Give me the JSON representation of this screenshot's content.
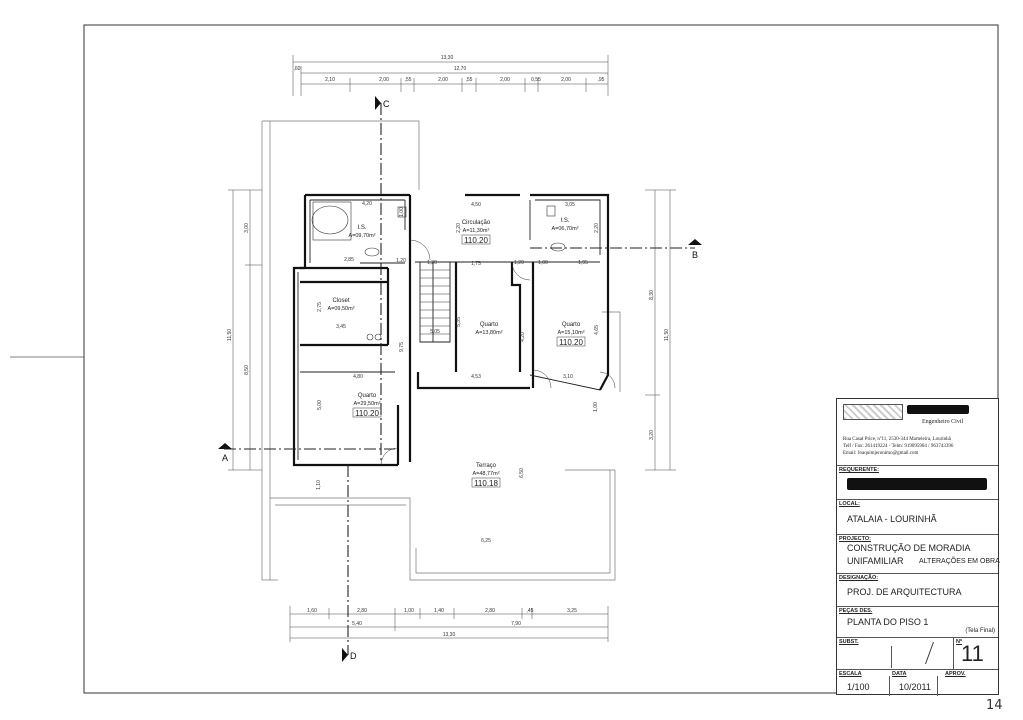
{
  "plan": {
    "dims_top": {
      "overall": "13,30",
      "inner": "12,70",
      "offset": ",60",
      "segments": [
        "2,10",
        "2,00",
        ",55",
        "2,00",
        ",55",
        "2,00",
        "0,55",
        "2,00",
        ",95"
      ]
    },
    "dims_bottom": {
      "segments": [
        "1,60",
        "2,80",
        "1,00",
        "1,40",
        "2,80",
        ",45",
        "3,25"
      ],
      "mid": [
        "5,40",
        "7,90"
      ],
      "overall": "13,30"
    },
    "dims_left": {
      "overall": "11,50",
      "sub": [
        "3,00",
        "8,50"
      ]
    },
    "dims_right": {
      "overall": "11,50",
      "sub": [
        "8,30",
        "3,20"
      ]
    },
    "sections": {
      "a": "A",
      "b": "B",
      "c": "C",
      "d": "D"
    },
    "rooms": [
      {
        "name": "I.S.",
        "area": "A=09,70m²"
      },
      {
        "name": "Circulação",
        "area": "A=11,30m²",
        "code": "110.20"
      },
      {
        "name": "I.S.",
        "area": "A=06,70m²"
      },
      {
        "name": "Closet",
        "area": "A=09,50m²"
      },
      {
        "name": "Quarto",
        "area": "A=13,80m²"
      },
      {
        "name": "Quarto",
        "area": "A=15,10m²",
        "code": "110.20"
      },
      {
        "name": "Quarto",
        "area": "A=29,50m²",
        "code": "110.20"
      },
      {
        "name": "Terraço",
        "area": "A=48,77m²",
        "code": "110.18"
      }
    ],
    "inner_dims": [
      "4,20",
      "1,00",
      "2,85",
      "1,20",
      "1,20",
      "1,75",
      "4,50",
      "3,05",
      "1,20",
      "1,00",
      "1,95",
      "2,75",
      "3,45",
      "9,75",
      "5,35",
      "4,20",
      "4,65",
      "4,80",
      "4,53",
      "3,10",
      "5,00",
      "1,00",
      "6,50",
      "6,25",
      "2,20",
      "2,20",
      "1,10",
      "5,05"
    ]
  },
  "title_block": {
    "engineer": "Engenheiro Civil",
    "address_1": "Rua Casal Price, nº11, 2530-344 Marteleira, Lourinhã",
    "address_2": "Telf / Fax: 261419224 - Telm: 919095904 / 963743396",
    "address_3": "Email: Joaquimjeronimo@gmail.com",
    "requerente_label": "REQUERENTE:",
    "local_label": "LOCAL:",
    "local_value": "ATALAIA - LOURINHÃ",
    "projecto_label": "PROJECTO:",
    "projecto_value_1": "CONSTRUÇÃO DE MORADIA",
    "projecto_value_2": "UNIFAMILIAR",
    "projecto_note": "ALTERAÇÕES EM OBRA",
    "designacao_label": "DESIGNAÇÃO:",
    "designacao_value": "PROJ. DE ARQUITECTURA",
    "pecas_label": "PEÇAS DES.",
    "pecas_value": "PLANTA DO PISO 1",
    "tela": "(Tela Final)",
    "subst_label": "SUBST.",
    "n_label": "Nº",
    "n_value": "11",
    "escala_label": "ESCALA",
    "escala_value": "1/100",
    "data_label": "DATA",
    "data_value": "10/2011",
    "aprov_label": "APROV."
  },
  "page_mark": "14"
}
